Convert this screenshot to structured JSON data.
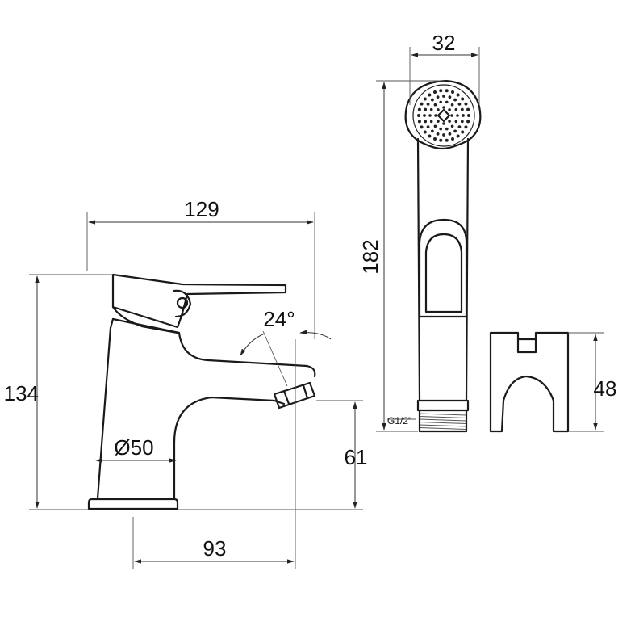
{
  "dimensions": {
    "faucet_width": "129",
    "faucet_height": "134",
    "spout_height": "61",
    "reach": "93",
    "base_diameter": "Ø50",
    "spout_angle": "24°",
    "shower_width": "32",
    "shower_length": "182",
    "holder_height": "48",
    "thread": "G1/2\""
  }
}
